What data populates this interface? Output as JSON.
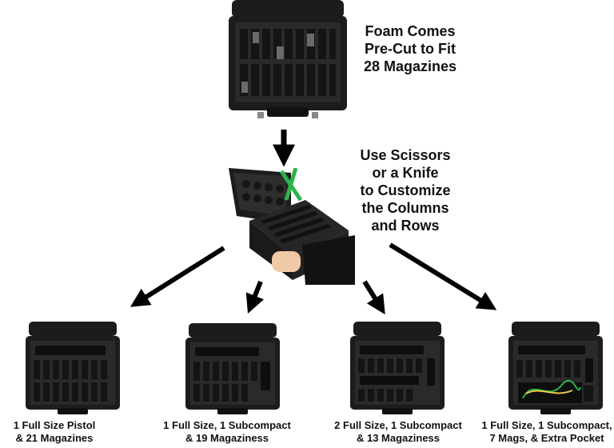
{
  "top_caption": [
    "Foam Comes",
    "Pre-Cut to Fit",
    "28 Magazines"
  ],
  "middle_caption": [
    "Use Scissors",
    "or a Knife",
    "to Customize",
    "the Columns",
    "and Rows"
  ],
  "options": [
    {
      "line1": "1 Full Size Pistol",
      "line2": "& 21 Magazines"
    },
    {
      "line1": "1 Full Size, 1 Subcompact",
      "line2": "& 19 Magaziness"
    },
    {
      "line1": "2 Full Size, 1 Subcompact",
      "line2": "& 13 Magaziness"
    },
    {
      "line1": "1 Full Size, 1 Subcompact,",
      "line2": "7 Mags, & Extra Pocket"
    }
  ],
  "colors": {
    "case_dark": "#1c1c1c",
    "foam": "#2a2a2a",
    "arrow": "#000000",
    "scissors": "#2db34a"
  }
}
